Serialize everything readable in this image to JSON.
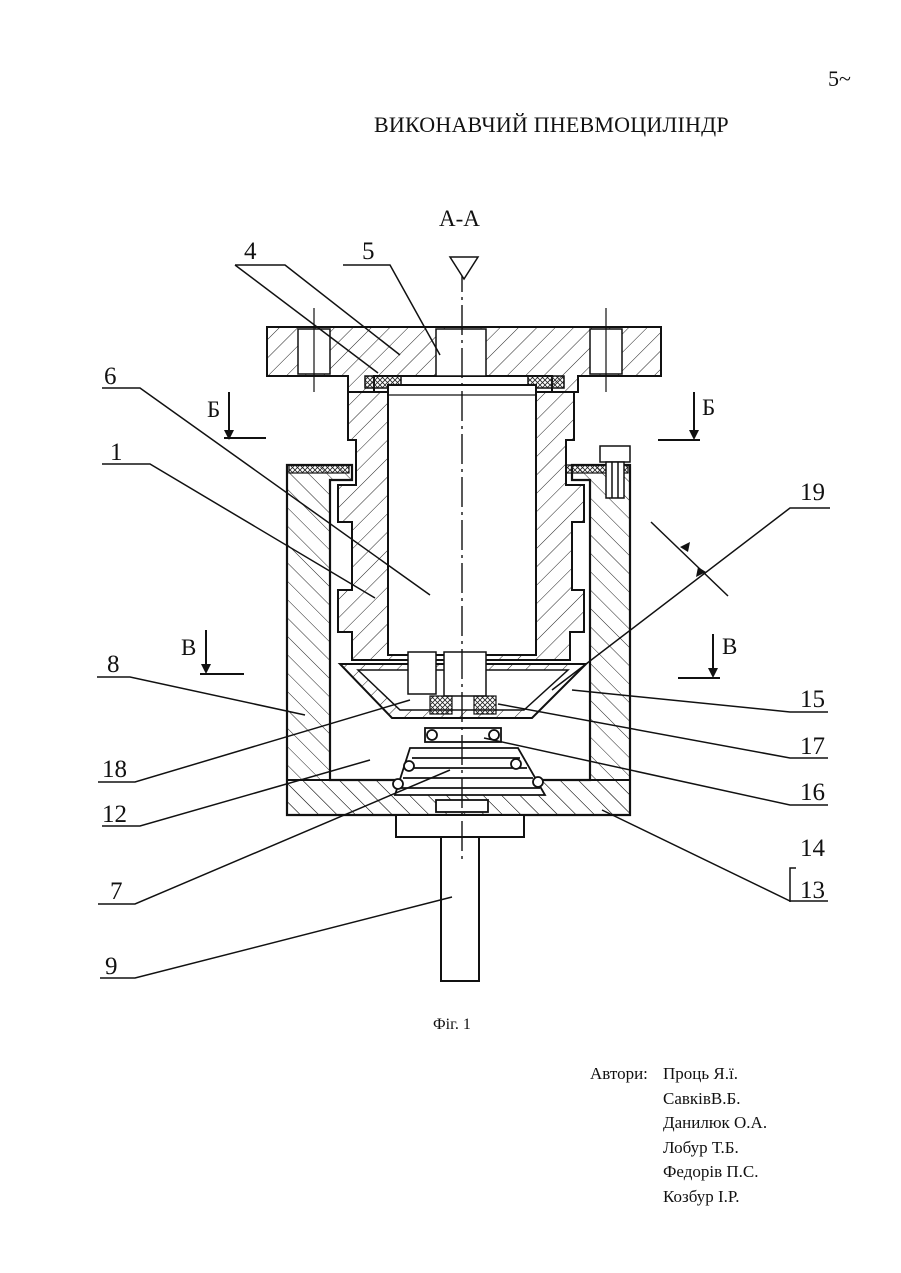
{
  "page_number": "5~",
  "title": "ВИКОНАВЧИЙ ПНЕВМОЦИЛІНДР",
  "drawing": {
    "section_title": "А-А",
    "section_marks": [
      "Б",
      "Б",
      "В",
      "В"
    ],
    "part_labels": [
      "4",
      "5",
      "6",
      "1",
      "8",
      "18",
      "12",
      "7",
      "9",
      "19",
      "15",
      "17",
      "16",
      "14",
      "13"
    ]
  },
  "caption": "Фіг. 1",
  "authors": {
    "label": "Автори:",
    "names": [
      "Проць Я.ї.",
      "СавківВ.Б.",
      "Данилюк О.А.",
      "Лобур Т.Б.",
      "Федорів П.С.",
      "Козбур І.Р."
    ]
  }
}
